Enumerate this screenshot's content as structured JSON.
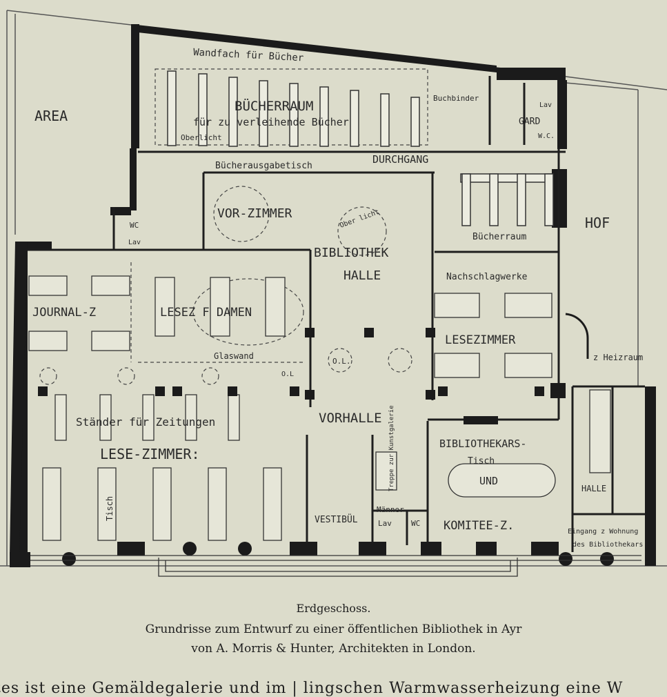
{
  "plan": {
    "labels": {
      "area": "AREA",
      "wandfach": "Wandfach für Bücher",
      "buecherraum_top": "BÜCHERRAUM",
      "buecher_verleihen": "für zu verleihende Bücher",
      "oberlicht_top": "Oberlicht",
      "buchbinder": "Buchbinder",
      "lav_top": "Lav",
      "gard": "GARD",
      "wc_top": "W.C.",
      "ausgabetisch": "Bücherausgabetisch",
      "durchgang": "DURCHGANG",
      "hof": "HOF",
      "wc_left": "WC",
      "lav_left": "Lav",
      "vorzimmer": "VOR-ZIMMER",
      "oberlicht_hall": "Ober licht",
      "bibliothek": "BIBLIOTHEK",
      "halle": "HALLE",
      "buecherraum_right": "Bücherraum",
      "nachschlagwerke": "Nachschlagwerke",
      "journal": "JOURNAL-Z",
      "lesez_damen": "LESEZ F DAMEN",
      "lesezimmer_right": "LESEZIMMER",
      "heizraum": "z Heizraum",
      "glaswand": "Glaswand",
      "ol_1": "O.L.",
      "ol_2": "O.L",
      "staender": "Ständer für Zeitungen",
      "vorhalle": "VORHALLE",
      "lesezimmer_main": "LESE-ZIMMER:",
      "tisch_left": "Tisch",
      "treppe": "Treppe zur Kunstgalerie",
      "vestibuel": "VESTIBÜL",
      "maenner": "Männer",
      "lav_bottom": "Lav",
      "wc_bottom": "WC",
      "bibliothekars": "BIBLIOTHEKARS-",
      "tisch_center": "Tisch",
      "und": "UND",
      "komitee": "KOMITEE-Z.",
      "halle_small": "HALLE",
      "eingang": "Eingang z Wohnung",
      "eingang2": "des Bibliothekars"
    }
  },
  "caption": {
    "title": "Erdgeschoss.",
    "line1": "Grundrisse zum Entwurf zu einer öffentlichen Bibliothek in Ayr",
    "line2": "von A. Morris & Hunter, Architekten in London."
  },
  "body_text": "tes ist eine Gemäldegalerie und im | lingschen Warmwasserheizung eine W"
}
